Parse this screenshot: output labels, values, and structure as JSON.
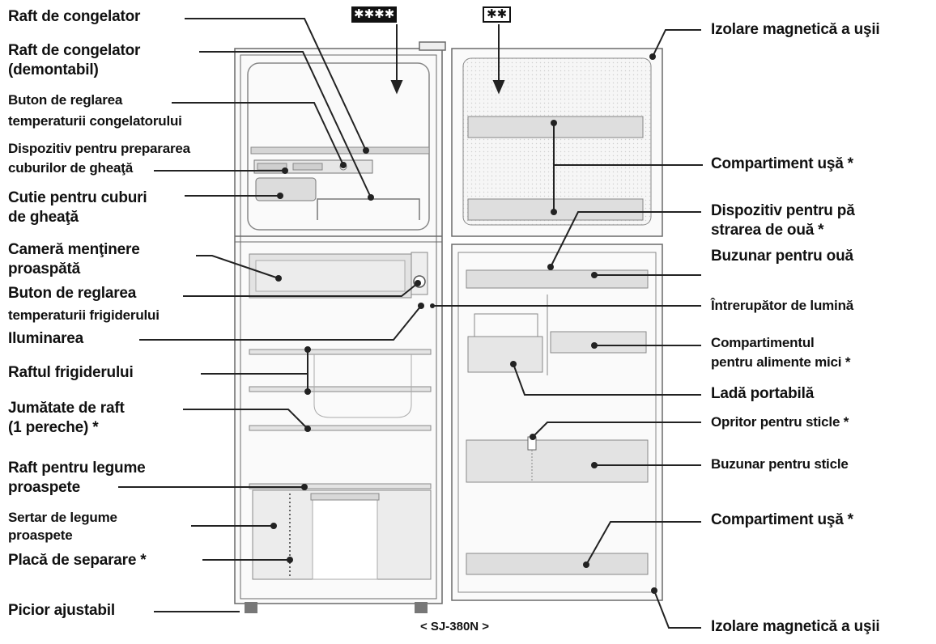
{
  "badges": {
    "freezer": "✱✱✱✱",
    "door": "✱✱"
  },
  "model": "< SJ-380N >",
  "left_labels": {
    "freezer_shelf": "Raft de congelator",
    "freezer_shelf_removable_1": "Raft de congelator",
    "freezer_shelf_removable_2": "(demontabil)",
    "freezer_temp_knob_1": "Buton de reglarea",
    "freezer_temp_knob_2": "temperaturii congelatorului",
    "ice_maker_1": "Dispozitiv pentru prepararea",
    "ice_maker_2": "cuburilor de gheaţă",
    "ice_box_1": "Cutie pentru cuburi",
    "ice_box_2": "de gheaţă",
    "fresh_room_1": "Cameră menţinere",
    "fresh_room_2": "proaspătă",
    "fridge_temp_knob_1": "Buton de reglarea",
    "fridge_temp_knob_2": "temperaturii frigiderului",
    "lighting": "Iluminarea",
    "fridge_shelf": "Raftul frigiderului",
    "half_shelf_1": "Jumătate de raft",
    "half_shelf_2": "(1 pereche) *",
    "veg_shelf_1": "Raft pentru legume",
    "veg_shelf_2": "proaspete",
    "veg_drawer_1": "Sertar de legume",
    "veg_drawer_2": "proaspete",
    "divider_plate": "Placă de separare *",
    "adjustable_foot": "Picior ajustabil"
  },
  "right_labels": {
    "magnetic_seal_top": "Izolare magnetică a uşii",
    "door_compartment_top": "Compartiment uşă *",
    "egg_holder_1": "Dispozitiv pentru pă",
    "egg_holder_2": "strarea de ouă *",
    "egg_pocket": "Buzunar pentru ouă",
    "light_switch": "Întrerupător de lumină",
    "small_food_1": "Compartimentul",
    "small_food_2": "pentru alimente mici *",
    "portable_box": "Ladă portabilă",
    "bottle_stopper": "Opritor pentru sticle *",
    "bottle_pocket": "Buzunar pentru sticle",
    "door_compartment_bottom": "Compartiment uşă *",
    "magnetic_seal_bottom": "Izolare magnetică a uşii"
  }
}
